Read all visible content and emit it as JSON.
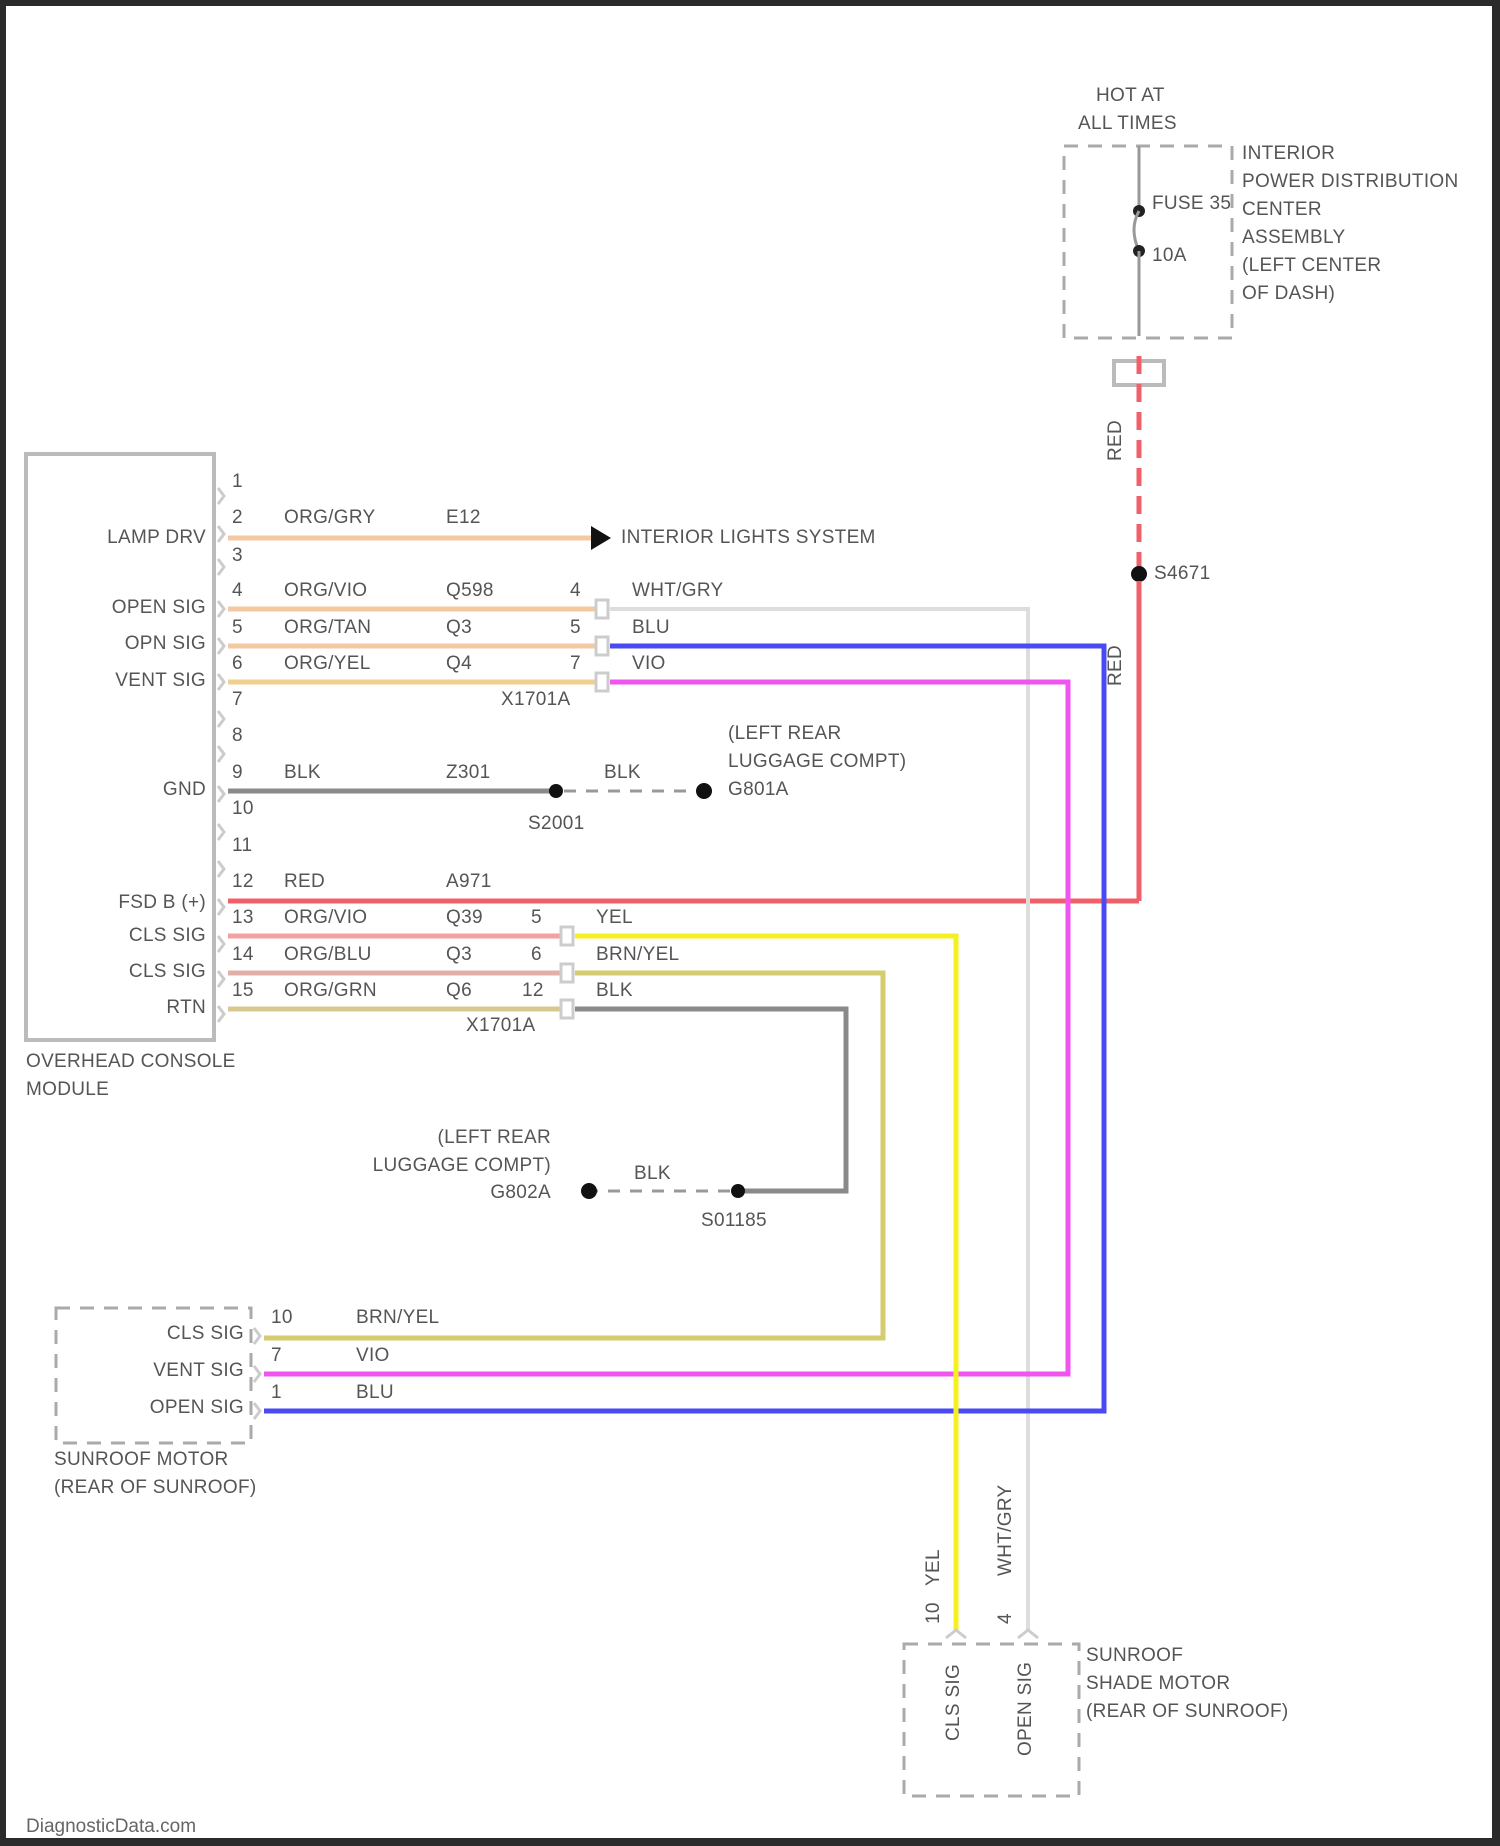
{
  "footer": "DiagnosticData.com",
  "power": {
    "hot_label_1": "HOT AT",
    "hot_label_2": "ALL TIMES",
    "fuse_label": "FUSE 35",
    "fuse_rating": "10A",
    "ipdc_lines": [
      "INTERIOR",
      "POWER DISTRIBUTION",
      "CENTER",
      "ASSEMBLY",
      "(LEFT CENTER",
      "OF DASH)"
    ],
    "wire_color_top": "RED",
    "wire_color_lower": "RED",
    "splice": "S4671"
  },
  "module": {
    "name_1": "OVERHEAD CONSOLE",
    "name_2": "MODULE",
    "pin_labels": {
      "lamp_drv": "LAMP DRV",
      "open_sig": "OPEN SIG",
      "opn_sig": "OPN SIG",
      "vent_sig": "VENT SIG",
      "gnd": "GND",
      "fsd_b": "FSD B (+)",
      "cls_sig_1": "CLS SIG",
      "cls_sig_2": "CLS SIG",
      "rtn": "RTN"
    },
    "pins": [
      "1",
      "2",
      "3",
      "4",
      "5",
      "6",
      "7",
      "8",
      "9",
      "10",
      "11",
      "12",
      "13",
      "14",
      "15"
    ]
  },
  "wires": [
    {
      "pin": "2",
      "color_code": "ORG/GRY",
      "circuit": "E12",
      "dest_pin": "",
      "dest_color": "",
      "hex": "#f2c9a0"
    },
    {
      "pin": "4",
      "color_code": "ORG/VIO",
      "circuit": "Q598",
      "dest_pin": "4",
      "dest_color": "WHT/GRY",
      "hex": "#f2c9a0"
    },
    {
      "pin": "5",
      "color_code": "ORG/TAN",
      "circuit": "Q3",
      "dest_pin": "5",
      "dest_color": "BLU",
      "hex": "#f2c9a0"
    },
    {
      "pin": "6",
      "color_code": "ORG/YEL",
      "circuit": "Q4",
      "dest_pin": "7",
      "dest_color": "VIO",
      "hex": "#f0cf90"
    },
    {
      "pin": "9",
      "color_code": "BLK",
      "circuit": "Z301",
      "dest_pin": "",
      "dest_color": "BLK",
      "hex": "#8a8a8a"
    },
    {
      "pin": "12",
      "color_code": "RED",
      "circuit": "A971",
      "dest_pin": "",
      "dest_color": "",
      "hex": "#f0606a"
    },
    {
      "pin": "13",
      "color_code": "ORG/VIO",
      "circuit": "Q39",
      "dest_pin": "5",
      "dest_color": "YEL",
      "hex": "#f5a0a0"
    },
    {
      "pin": "14",
      "color_code": "ORG/BLU",
      "circuit": "Q3",
      "dest_pin": "6",
      "dest_color": "BRN/YEL",
      "hex": "#e0b0a8"
    },
    {
      "pin": "15",
      "color_code": "ORG/GRN",
      "circuit": "Q6",
      "dest_pin": "12",
      "dest_color": "BLK",
      "hex": "#d8c890"
    }
  ],
  "connectors": {
    "upper": "X1701A",
    "lower": "X1701A"
  },
  "interior_lights": "INTERIOR LIGHTS SYSTEM",
  "ground_1": {
    "splice": "S2001",
    "wire": "BLK",
    "loc_1": "(LEFT REAR",
    "loc_2": "LUGGAGE COMPT)",
    "id": "G801A"
  },
  "ground_2": {
    "splice": "S01185",
    "wire": "BLK",
    "loc_1": "(LEFT REAR",
    "loc_2": "LUGGAGE COMPT)",
    "id": "G802A"
  },
  "sunroof_motor": {
    "pins": [
      "CLS SIG",
      "VENT SIG",
      "OPEN SIG"
    ],
    "pin_numbers": [
      "10",
      "7",
      "1"
    ],
    "wire_colors": [
      "BRN/YEL",
      "VIO",
      "BLU"
    ],
    "name_1": "SUNROOF MOTOR",
    "name_2": "(REAR OF SUNROOF)"
  },
  "shade_motor": {
    "pins": [
      "CLS SIG",
      "OPEN SIG"
    ],
    "pin_numbers": [
      "10",
      "4"
    ],
    "wire_colors": [
      "YEL",
      "WHT/GRY"
    ],
    "name_1": "SUNROOF",
    "name_2": "SHADE MOTOR",
    "name_3": "(REAR OF SUNROOF)"
  },
  "colors": {
    "blue": "#4a4af5",
    "violet": "#f055f0",
    "yellow": "#f5f020",
    "red": "#f0606a",
    "brn_yel": "#d4cc70",
    "blk": "#8a8a8a",
    "wht_gry": "#dddddd",
    "org": "#f2c9a0"
  }
}
